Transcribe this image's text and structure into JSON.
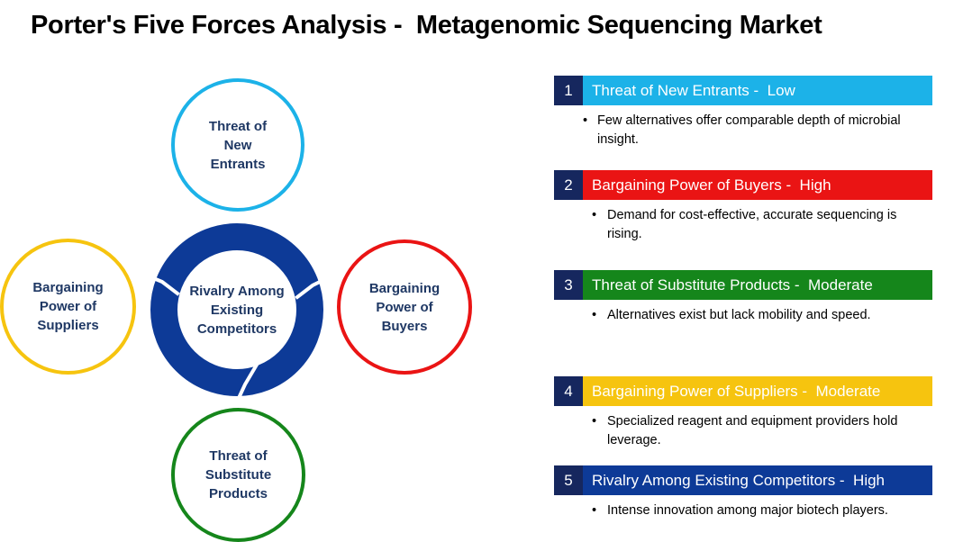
{
  "title": "Porter's Five Forces Analysis -  Metagenomic Sequencing Market",
  "diagram": {
    "top": "Threat of\nNew\nEntrants",
    "left": "Bargaining\nPower of\nSuppliers",
    "right": "Bargaining\nPower of\nBuyers",
    "bottom": "Threat of\nSubstitute\nProducts",
    "center": "Rivalry Among\nExisting\nCompetitors"
  },
  "colors": {
    "new_entrants": "#1cb2e8",
    "buyers": "#ea1414",
    "substitutes": "#15861b",
    "suppliers": "#f6c40f",
    "rivalry": "#0d3a97",
    "number_box": "#16275e",
    "label_text": "#1f3864"
  },
  "forces": [
    {
      "number": "1",
      "label": "Threat of New Entrants -  Low",
      "bullet": "•",
      "desc": "Few alternatives offer comparable depth of microbial insight."
    },
    {
      "number": "2",
      "label": "Bargaining Power of Buyers -  High",
      "bullet": "•",
      "desc": "Demand for cost-effective, accurate sequencing is rising."
    },
    {
      "number": "3",
      "label": "Threat of Substitute Products -  Moderate",
      "bullet": "•",
      "desc": "Alternatives exist but lack mobility and speed."
    },
    {
      "number": "4",
      "label": "Bargaining Power of Suppliers -  Moderate",
      "bullet": "•",
      "desc": "Specialized reagent and equipment providers hold leverage."
    },
    {
      "number": "5",
      "label": "Rivalry Among Existing Competitors -  High",
      "bullet": "•",
      "desc": "Intense innovation among major biotech players."
    }
  ]
}
